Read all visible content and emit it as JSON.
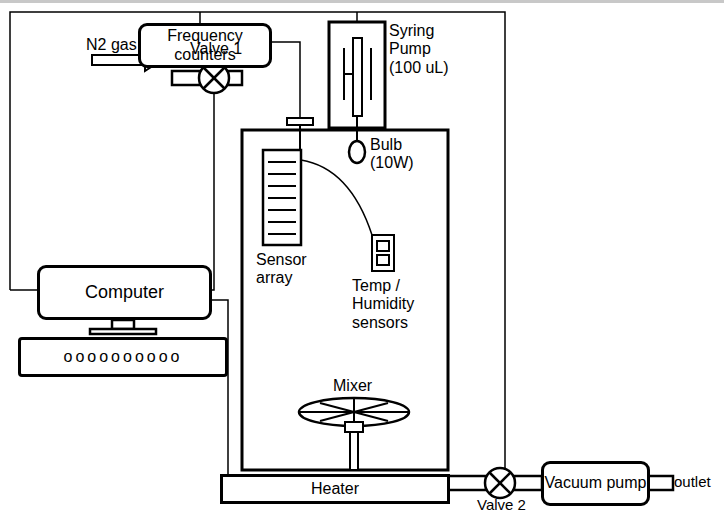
{
  "diagram": {
    "nodes": [
      {
        "text": [
          "Frequency counters"
        ]
      },
      {
        "text": [
          "Computer"
        ]
      },
      {
        "text": [
          "oooooooooo"
        ]
      },
      {
        "text": [
          "Heater"
        ]
      },
      {
        "text": [
          "Vacuum pump"
        ]
      }
    ],
    "labels": [
      "N2 gas",
      "Valve 1",
      "Syring Pump (100 uL)",
      "Bulb (10W)",
      "Sensor array",
      "Temp / Humidity sensors",
      "Mixer",
      "Valve 2",
      "outlet"
    ]
  }
}
